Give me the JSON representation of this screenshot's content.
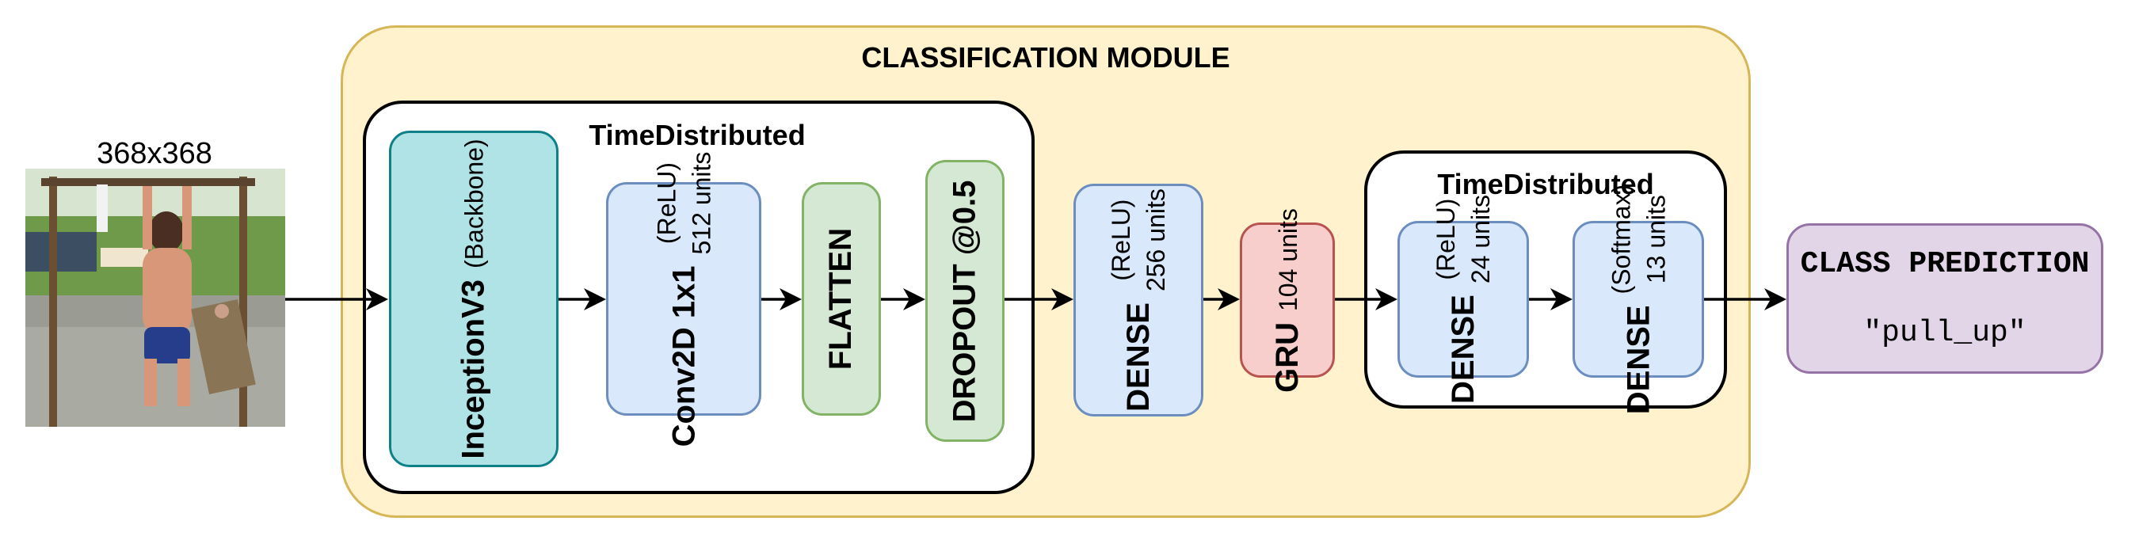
{
  "input": {
    "size_label": "368x368",
    "image_icon": "person-doing-pull-up-photo"
  },
  "module": {
    "title": "CLASSIFICATION MODULE"
  },
  "time_distributed_1": {
    "title": "TimeDistributed",
    "inception": {
      "title": "InceptionV3",
      "sub1": "(Backbone)"
    },
    "conv": {
      "title": "Conv2D 1x1",
      "sub1": "(ReLU)",
      "sub2": "512 units"
    },
    "flatten": {
      "title": "FLATTEN"
    },
    "dropout": {
      "title": "DROPOUT @0.5"
    }
  },
  "dense1": {
    "title": "DENSE",
    "sub1": "(ReLU)",
    "sub2": "256 units"
  },
  "gru": {
    "title": "GRU",
    "sub1": "104 units"
  },
  "time_distributed_2": {
    "title": "TimeDistributed",
    "dense_a": {
      "title": "DENSE",
      "sub1": "(ReLU)",
      "sub2": "24 units"
    },
    "dense_b": {
      "title": "DENSE",
      "sub1": "(Softmax)",
      "sub2": "13 units"
    }
  },
  "prediction": {
    "title": "CLASS PREDICTION",
    "value": "\"pull_up\""
  },
  "colors": {
    "module_fill": "#fff2cc",
    "module_stroke": "#d6b656",
    "teal_fill": "#b0e3e6",
    "blue_fill": "#dae8fc",
    "green_fill": "#d5e8d4",
    "red_fill": "#f8cecc",
    "purple_fill": "#e1d5e7"
  }
}
